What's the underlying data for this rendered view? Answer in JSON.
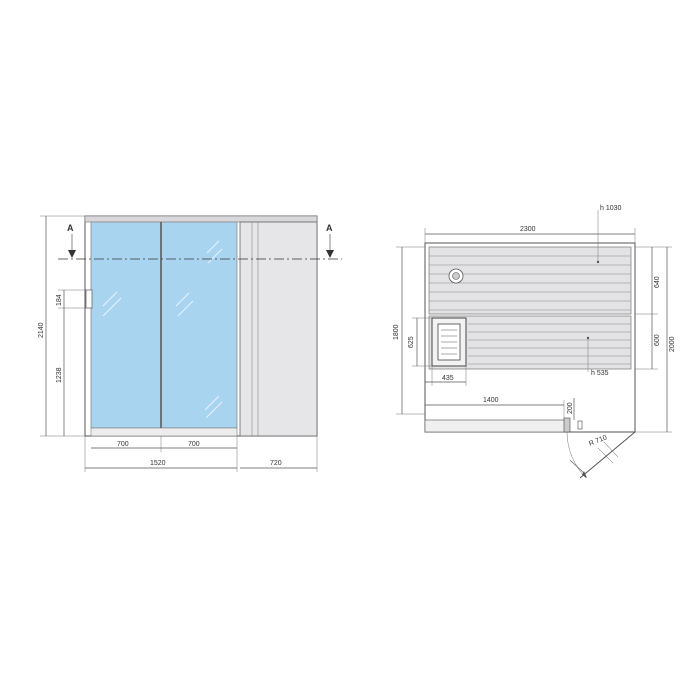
{
  "colors": {
    "glass": "#a8d4f0",
    "panel": "#e6e6e8",
    "frame": "#c9c9cc",
    "bench_fill": "#dcdcde",
    "plan_fill": "#e9e9eb",
    "line": "#555555"
  },
  "front_view": {
    "section_marker_left": "A",
    "section_marker_right": "A",
    "dims": {
      "total_height": "2140",
      "handle_height": "184",
      "handle_offset": "1238",
      "door_left_width": "700",
      "door_right_width": "700",
      "glass_total_width": "1520",
      "side_panel_width": "720"
    }
  },
  "plan_view": {
    "dims": {
      "total_width": "2300",
      "top_bench_height": "h 1030",
      "upper_bench_depth": "640",
      "total_depth_inner": "1800",
      "heater_depth": "625",
      "lower_bench_depth": "600",
      "total_depth_outer": "2000",
      "heater_width": "435",
      "lower_bench_height": "h 535",
      "door_width": "1400",
      "door_step": "200",
      "door_swing_radius": "R 710"
    }
  }
}
